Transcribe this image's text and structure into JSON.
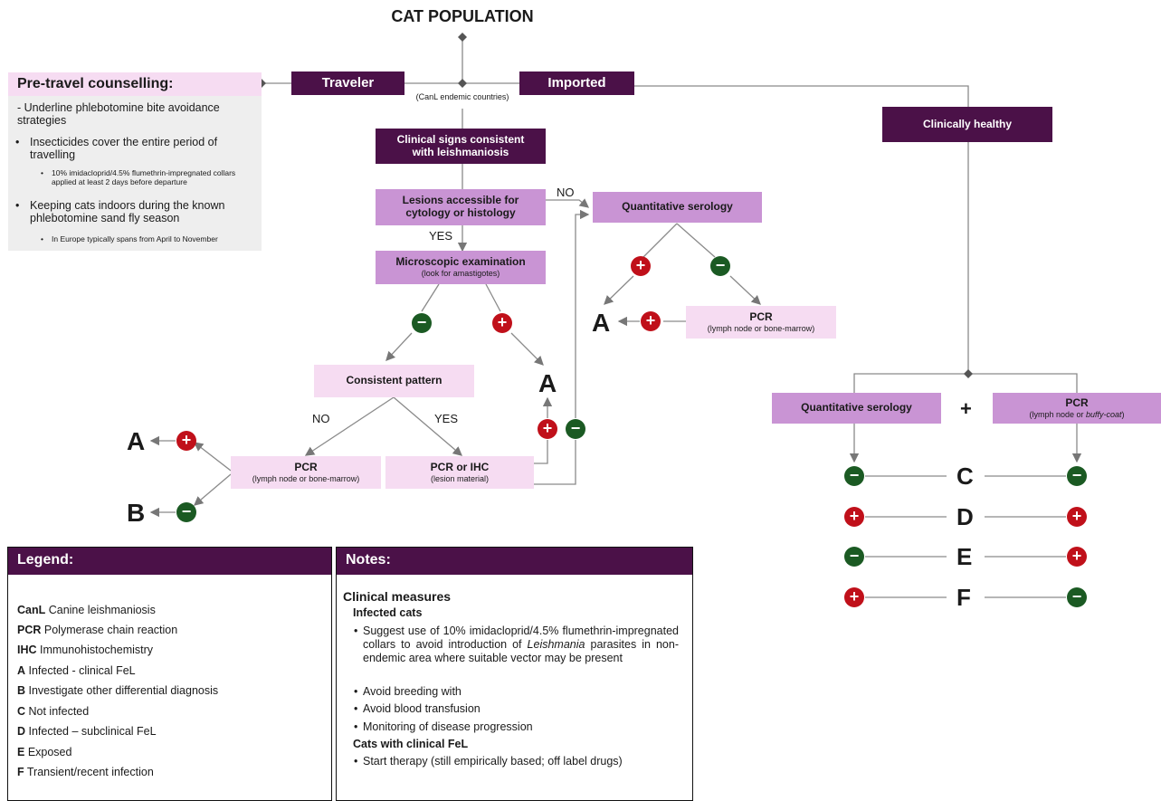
{
  "title": "CAT POPULATION",
  "pre_travel": {
    "heading": "Pre-travel counselling:",
    "item1": "- Underline phlebotomine bite avoidance strategies",
    "item2": "Insecticides cover the entire period of travelling",
    "item2_sub": "10% imidacloprid/4.5% flumethrin-impregnated collars applied at least 2 days before departure",
    "item3": "Keeping cats indoors during the known phlebotomine sand fly season",
    "item3_sub": "In Europe typically spans from April to November"
  },
  "nodes": {
    "traveler": "Traveler",
    "imported": "Imported",
    "endemic_note": "(CanL endemic countries)",
    "clinical_signs": "Clinical signs consistent with leishmaniosis",
    "lesions": "Lesions accessible for cytology or histology",
    "microscopic": "Microscopic examination",
    "microscopic_sub": "(look for amastigotes)",
    "consistent_pattern": "Consistent pattern",
    "pcr": "PCR",
    "pcr_sub": "(lymph node or bone-marrow)",
    "pcr_ihc": "PCR or IHC",
    "pcr_ihc_sub": "(lesion material)",
    "quant_serology": "Quantitative serology",
    "pcr2": "PCR",
    "pcr2_sub": "(lymph node or bone-marrow)",
    "clinically_healthy": "Clinically healthy",
    "quant_serology2": "Quantitative serology",
    "pcr3": "PCR",
    "pcr3_sub_pre": "(lymph node or ",
    "pcr3_sub_italic": "buffy-coat",
    "pcr3_sub_post": ")",
    "plus": "+"
  },
  "edge_labels": {
    "no1": "NO",
    "yes1": "YES",
    "no2": "NO",
    "yes2": "YES"
  },
  "outcomes": {
    "a1": "A",
    "b1": "B",
    "a2": "A",
    "a3": "A",
    "c": "C",
    "d": "D",
    "e": "E",
    "f": "F"
  },
  "legend": {
    "heading": "Legend:",
    "items": [
      {
        "key": "CanL",
        "text": " Canine leishmaniosis"
      },
      {
        "key": "PCR",
        "text": " Polymerase chain reaction"
      },
      {
        "key": "IHC",
        "text": " Immunohistochemistry"
      },
      {
        "key": "A",
        "text": " Infected - clinical FeL"
      },
      {
        "key": "B",
        "text": " Investigate other differential diagnosis"
      },
      {
        "key": "C",
        "text": " Not infected"
      },
      {
        "key": "D",
        "text": " Infected – subclinical FeL"
      },
      {
        "key": "E",
        "text": " Exposed"
      },
      {
        "key": "F",
        "text": " Transient/recent infection"
      }
    ]
  },
  "notes": {
    "heading": "Notes:",
    "clinical_measures": "Clinical measures",
    "infected_cats": "Infected cats",
    "bullet1_a": "Suggest use of 10% imidacloprid/4.5% flumethrin-impregnated collars to avoid introduction of ",
    "bullet1_italic": "Leishmania",
    "bullet1_b": " parasites in non-endemic area where suitable vector may be present",
    "bullet2": "Avoid breeding with",
    "bullet3": "Avoid blood transfusion",
    "bullet4": "Monitoring of disease progression",
    "cats_clinical": "Cats with clinical FeL",
    "bullet5": "Start therapy (still empirically based; off label drugs)"
  },
  "colors": {
    "dark_purple": "#4b1148",
    "mid_purple": "#c994d4",
    "light_pink": "#f6dcf2",
    "positive_red": "#c0101a",
    "negative_green": "#1b5a23",
    "panel_grey": "#eeeeee"
  }
}
